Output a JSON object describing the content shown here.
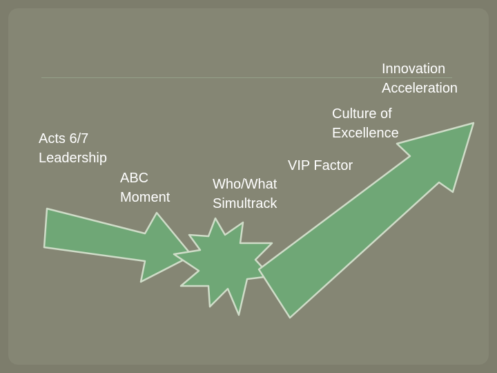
{
  "labels": {
    "acts_leadership": "Acts 6/7\nLeadership",
    "abc_moment": "ABC\nMoment",
    "who_what_simultrack": "Who/What\nSimultrack",
    "vip_factor": "VIP Factor",
    "culture_excellence": "Culture of\nExcellence",
    "innovation_acceleration": "Innovation\nAcceleration"
  },
  "colors": {
    "background": "#7d7d6c",
    "shape_fill": "#6fa776",
    "shape_stroke": "#cfdcc8",
    "text": "#ffffff"
  }
}
